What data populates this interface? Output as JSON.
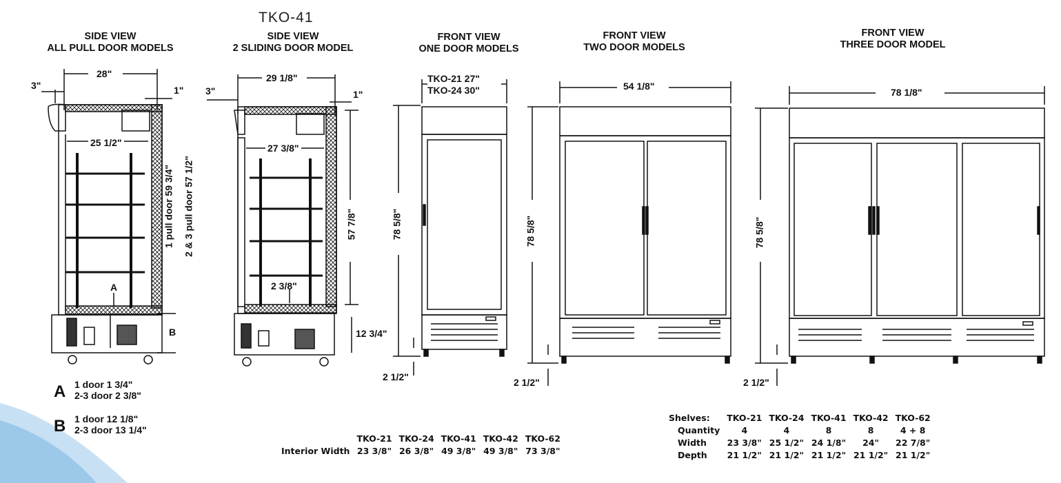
{
  "model_title": "TKO-41",
  "headers": {
    "side_pull": [
      "SIDE VIEW",
      "ALL PULL DOOR MODELS"
    ],
    "side_sliding": [
      "SIDE VIEW",
      "2 SLIDING DOOR MODEL"
    ],
    "front_one": [
      "FRONT VIEW",
      "ONE DOOR MODELS"
    ],
    "front_two": [
      "FRONT VIEW",
      "TWO DOOR MODELS"
    ],
    "front_three": [
      "FRONT VIEW",
      "THREE DOOR MODEL"
    ]
  },
  "side_pull": {
    "depth": "28\"",
    "front_offset": "3\"",
    "back_offset": "1\"",
    "interior_depth": "25 1/2\"",
    "height_1": "1 pull door 59 3/4\"",
    "height_2": "2 & 3 pull door 57 1/2\"",
    "label_a": "A",
    "label_b": "B"
  },
  "side_sliding": {
    "depth": "29 1/8\"",
    "front_offset": "3\"",
    "back_offset": "1\"",
    "interior_depth": "27 3/8\"",
    "interior_height": "57 7/8\"",
    "bottom_offset": "2 3/8\"",
    "base_height": "12 3/4\""
  },
  "front_one": {
    "width_1": "TKO-21 27\"",
    "width_2": "TKO-24 30\"",
    "height": "78 5/8\"",
    "leg": "2 1/2\""
  },
  "front_two": {
    "width": "54 1/8\"",
    "height": "78 5/8\"",
    "leg": "2 1/2\""
  },
  "front_three": {
    "width": "78 1/8\"",
    "height": "78 5/8\"",
    "leg": "2 1/2\""
  },
  "notes": {
    "a_letter": "A",
    "a_line1": "1 door 1 3/4\"",
    "a_line2": "2-3 door 2 3/8\"",
    "b_letter": "B",
    "b_line1": "1 door 12 1/8\"",
    "b_line2": "2-3 door 13 1/4\""
  },
  "interior_table": {
    "models": [
      "TKO-21",
      "TKO-24",
      "TKO-41",
      "TKO-42",
      "TKO-62"
    ],
    "row_label": "Interior Width",
    "values": [
      "23 3/8\"",
      "26 3/8\"",
      "49 3/8\"",
      "49 3/8\"",
      "73 3/8\""
    ]
  },
  "shelves_table": {
    "title": "Shelves:",
    "models": [
      "TKO-21",
      "TKO-24",
      "TKO-41",
      "TKO-42",
      "TKO-62"
    ],
    "rows": [
      {
        "label": "Quantity",
        "values": [
          "4",
          "4",
          "8",
          "8",
          "4 + 8"
        ]
      },
      {
        "label": "Width",
        "values": [
          "23 3/8\"",
          "25 1/2\"",
          "24 1/8\"",
          "24\"",
          "22 7/8\""
        ]
      },
      {
        "label": "Depth",
        "values": [
          "21 1/2\"",
          "21 1/2\"",
          "21 1/2\"",
          "21 1/2\"",
          "21 1/2\""
        ]
      }
    ]
  },
  "colors": {
    "accent_swoosh": "#bcd9ef",
    "line": "#111111"
  }
}
